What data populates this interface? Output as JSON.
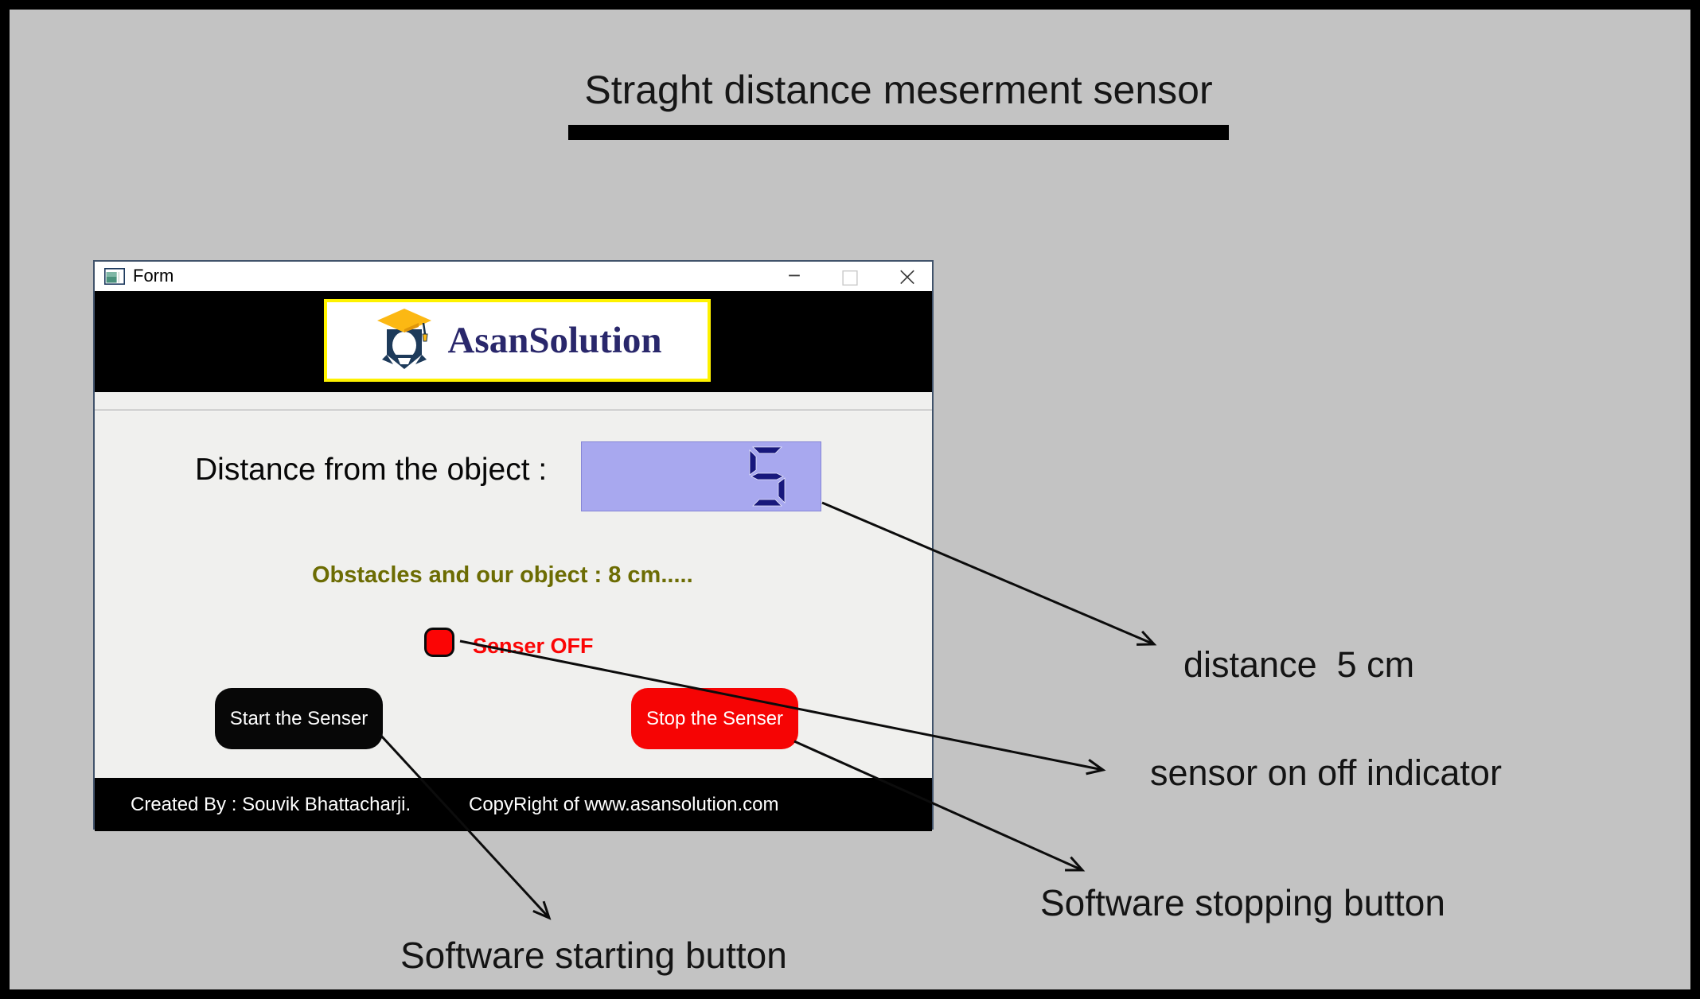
{
  "page": {
    "title": "Straght distance meserment sensor"
  },
  "window": {
    "titlebar": {
      "title": "Form",
      "minimize_glyph": "─",
      "maximize_glyph": "□",
      "close_glyph": "×"
    },
    "logo": {
      "text": "AsanSolution"
    },
    "main": {
      "distance_label": "Distance from the object :",
      "distance_value": "5",
      "obstacles_text": "Obstacles and our object : 8 cm.....",
      "sensor_status": "Senser OFF",
      "start_button": "Start the Senser",
      "stop_button": "Stop the Senser"
    },
    "footer": {
      "created_by": "Created By : Souvik Bhattacharji.",
      "copyright": "CopyRight of www.asansolution.com"
    }
  },
  "annotations": {
    "distance": "distance  5 cm",
    "indicator": "sensor on off indicator",
    "stopping": "Software stopping button",
    "starting": "Software starting button"
  },
  "icons": {
    "form_icon": "qt-form-window",
    "graduation_cap_icon": "graduation-cap",
    "minimize_icon": "window-minimize",
    "maximize_icon": "window-maximize",
    "close_icon": "window-close",
    "sensor_indicator": "red-rounded-led"
  },
  "colors": {
    "canvas_bg": "#c3c3c3",
    "frame": "#000000",
    "header_bg": "#000000",
    "footer_bg": "#000000",
    "body_bg": "#f0f0ee",
    "titlebar_bg": "#ffffff",
    "display_bg": "#a8a8ef",
    "display_border": "#8585d6",
    "display_digit": "#18187c",
    "logo_border": "#fef200",
    "logo_text": "#29276b",
    "cap_gold": "#fcb813",
    "accent_olive": "#6c6c03",
    "accent_red": "#fb0505",
    "start_bg": "#070707",
    "stop_bg": "#f60404",
    "button_text": "#ffffff",
    "annotation": "#141414"
  }
}
